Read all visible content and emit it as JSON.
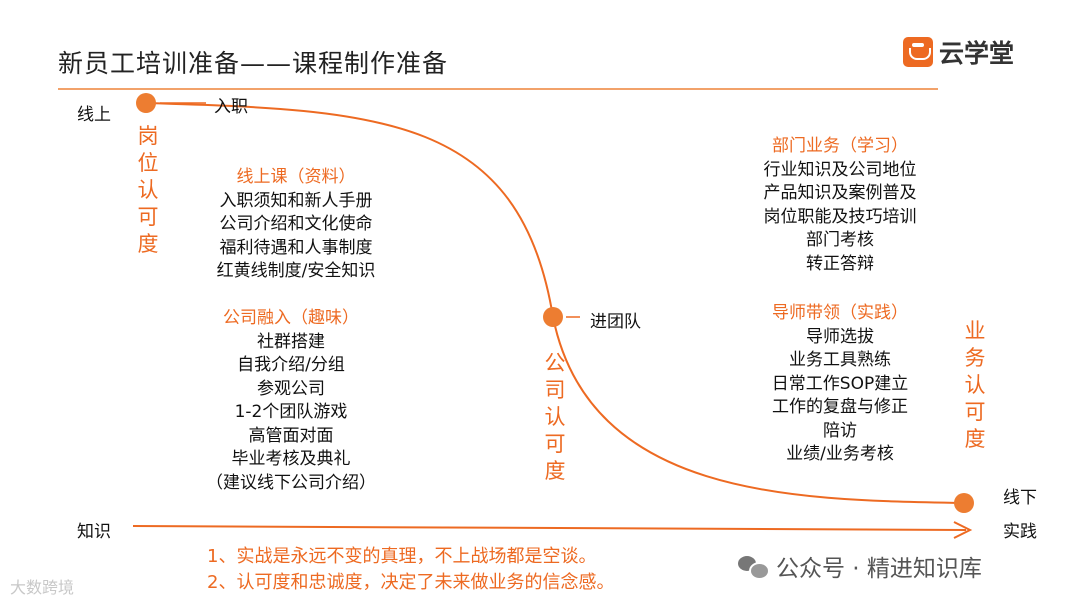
{
  "title": "新员工培训准备——课程制作准备",
  "logo": {
    "text": "云学堂"
  },
  "axis": {
    "top_label": "线上",
    "bottom_left": "知识",
    "bottom_right_top": "线下",
    "bottom_right": "实践"
  },
  "points": {
    "entry": "入职",
    "team": "进团队"
  },
  "vertical_labels": {
    "post": "岗位认可度",
    "company": "公司认可度",
    "business": "业务认可度"
  },
  "online_course": {
    "head": "线上课（资料）",
    "items": [
      "入职须知和新人手册",
      "公司介绍和文化使命",
      "福利待遇和人事制度",
      "红黄线制度/安全知识"
    ]
  },
  "company_fusion": {
    "head": "公司融入（趣味）",
    "items": [
      "社群搭建",
      "自我介绍/分组",
      "参观公司",
      "1-2个团队游戏",
      "高管面对面",
      "毕业考核及典礼",
      "（建议线下公司介绍）"
    ]
  },
  "dept_business": {
    "head": "部门业务（学习）",
    "items": [
      "行业知识及公司地位",
      "产品知识及案例普及",
      "岗位职能及技巧培训",
      "部门考核",
      "转正答辩"
    ]
  },
  "mentor": {
    "head": "导师带领（实践）",
    "items": [
      "导师选拔",
      "业务工具熟练",
      "日常工作SOP建立",
      "工作的复盘与修正",
      "陪访",
      "业绩/业务考核"
    ]
  },
  "notes": [
    "1、实战是永远不变的真理，不上战场都是空谈。",
    "2、认可度和忠诚度，决定了未来做业务的信念感。"
  ],
  "watermark": {
    "text": "公众号 · 精进知识库",
    "corner": "大数跨境"
  },
  "colors": {
    "accent": "#ed6a22",
    "line": "#f2a26a"
  }
}
